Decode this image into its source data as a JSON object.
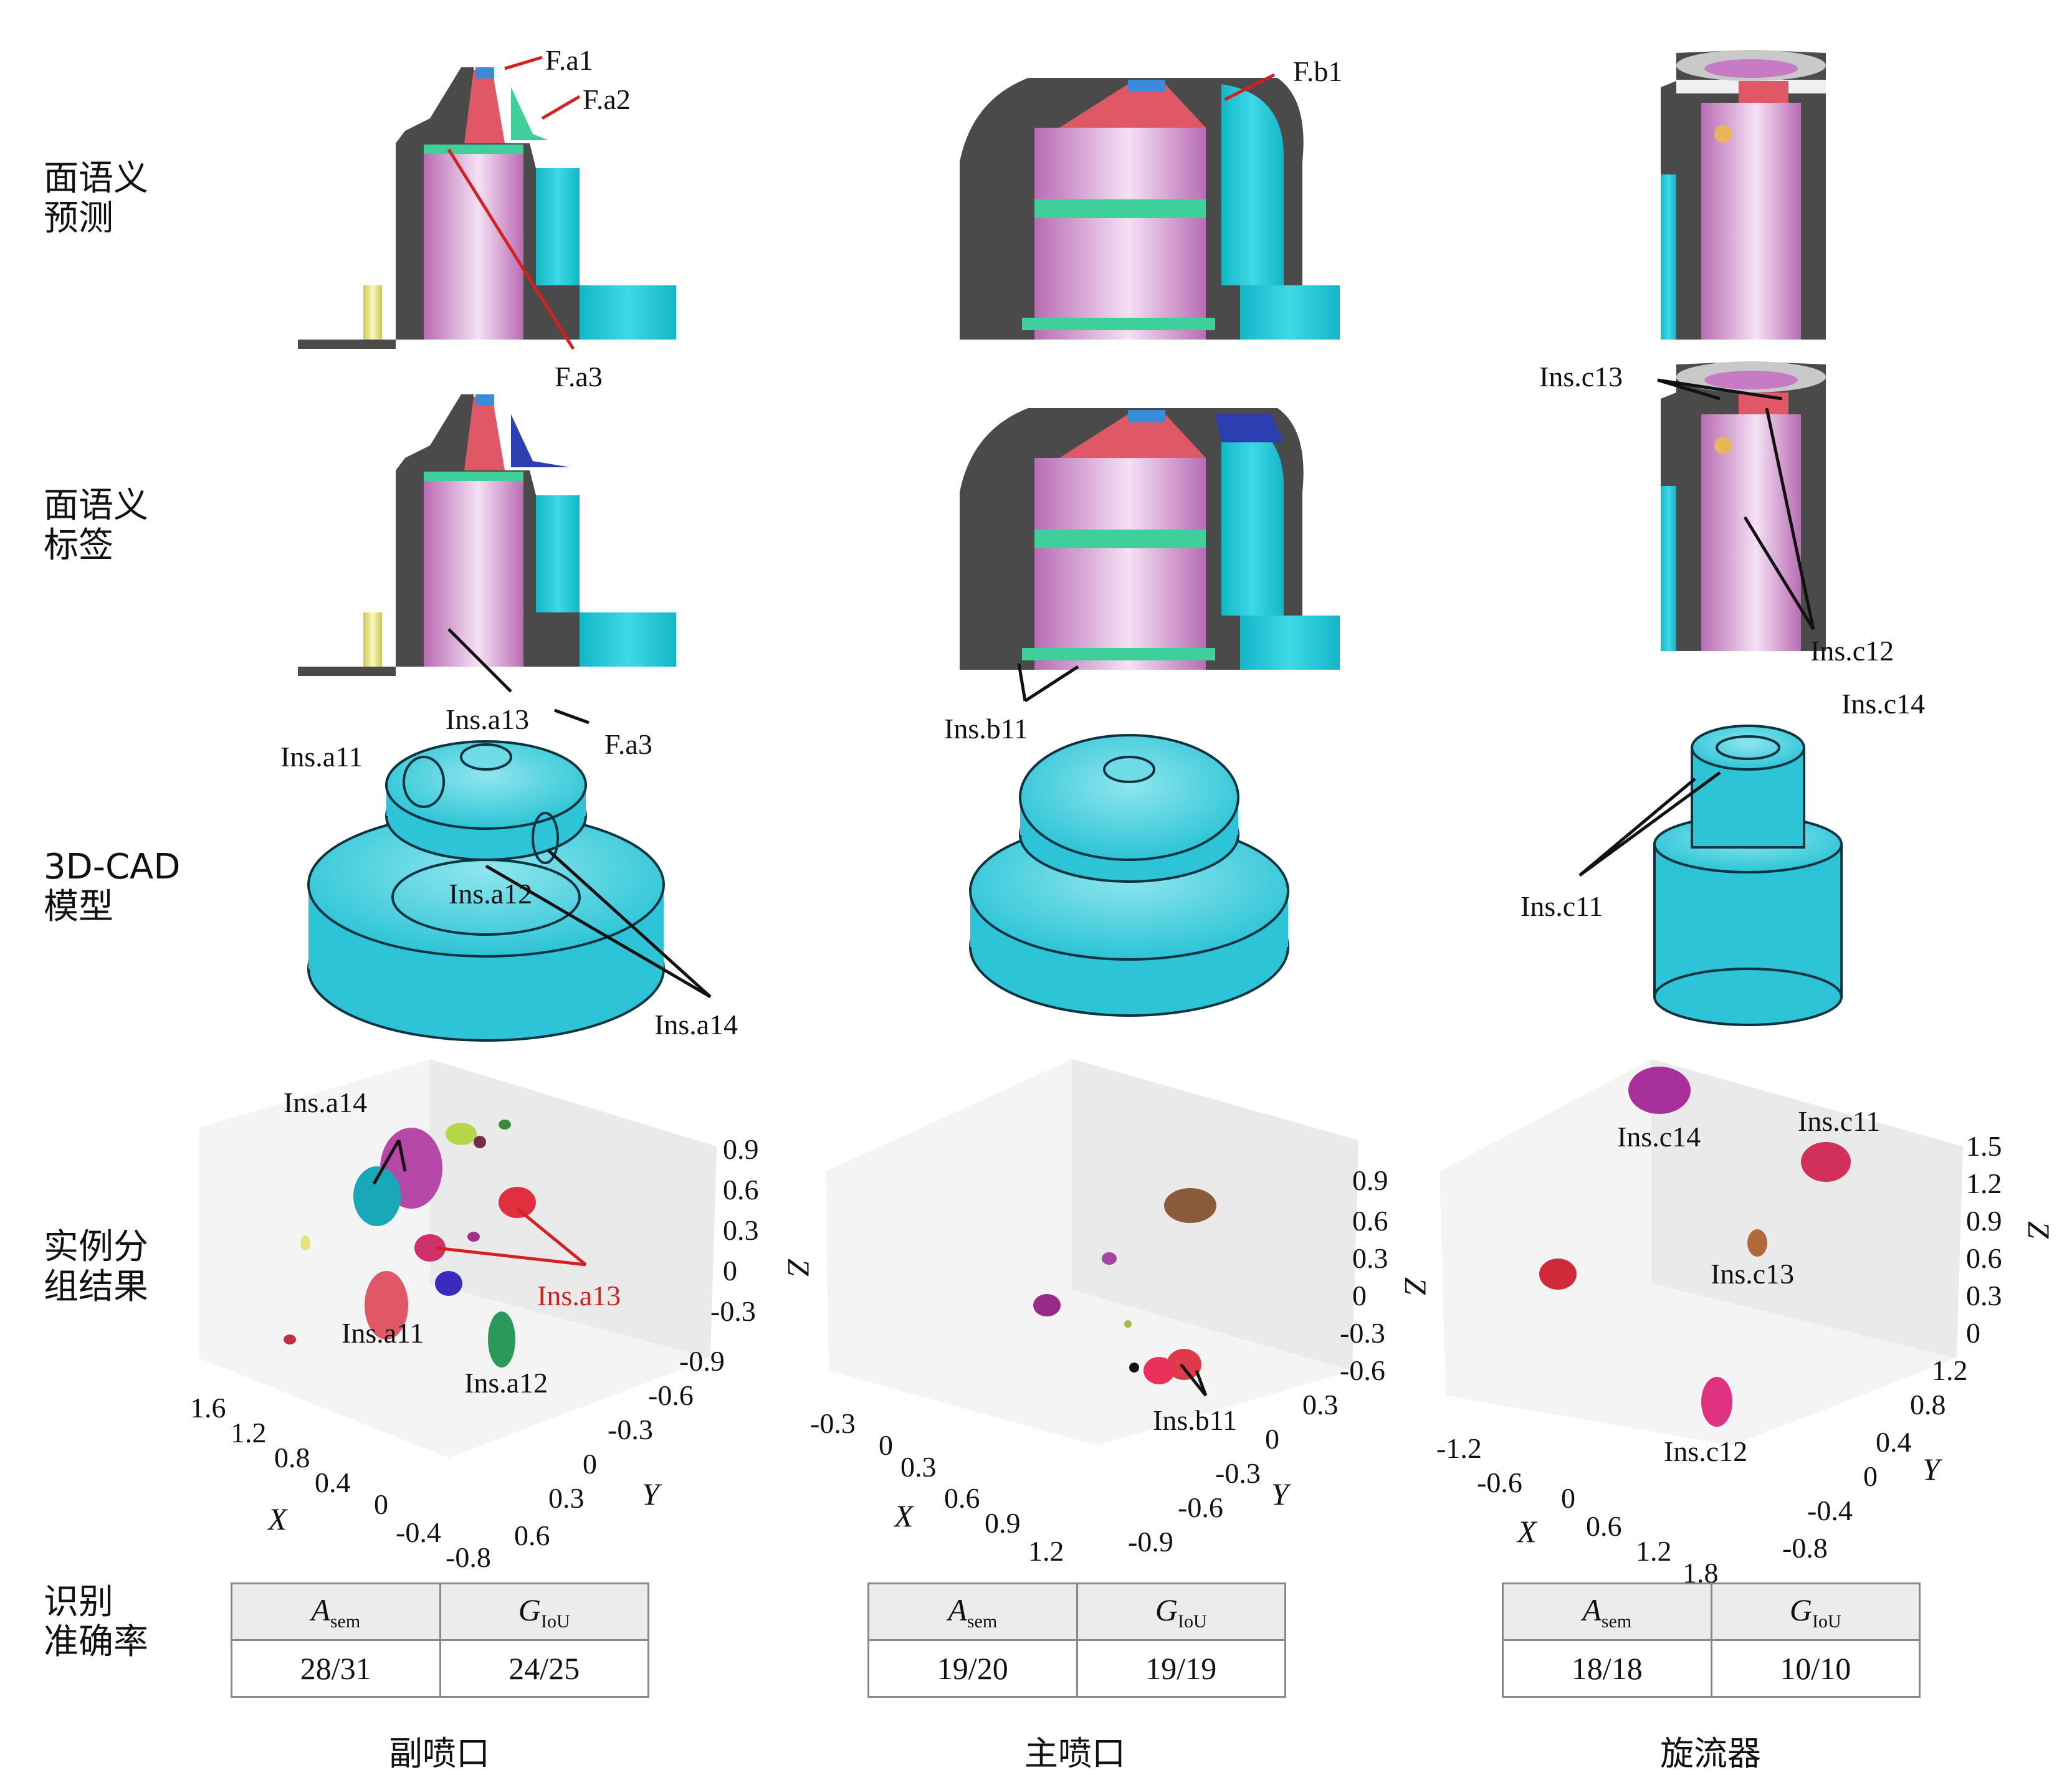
{
  "rows": {
    "r1": "面语义\n预测",
    "r2": "面语义\n标签",
    "r3": "3D-CAD\n模型",
    "r4": "实例分\n组结果",
    "r5": "识别\n准确率"
  },
  "columns": [
    "副喷口",
    "主喷口",
    "旋流器"
  ],
  "annotations": {
    "fa1": "F.a1",
    "fa2": "F.a2",
    "fa3": "F.a3",
    "fb1": "F.b1",
    "insc13": "Ins.c13",
    "insc12": "Ins.c12",
    "insb11": "Ins.b11",
    "insa13": "Ins.a13",
    "insa11": "Ins.a11",
    "fa3b": "F.a3",
    "insa12": "Ins.a12",
    "insa14": "Ins.a14",
    "insc14": "Ins.c14",
    "insc11": "Ins.c11",
    "p_insa14": "Ins.a14",
    "p_insa11": "Ins.a11",
    "p_insa12": "Ins.a12",
    "p_insa13": "Ins.a13",
    "p_insb11": "Ins.b11",
    "p_insc14": "Ins.c14",
    "p_insc11": "Ins.c11",
    "p_insc13": "Ins.c13",
    "p_insc12": "Ins.c12"
  },
  "plots": [
    {
      "z_ticks": [
        "0.9",
        "0.6",
        "0.3",
        "0",
        "-0.3"
      ],
      "y_ticks": [
        "-0.9",
        "-0.6",
        "-0.3",
        "0",
        "0.3",
        "0.6"
      ],
      "x_ticks": [
        "1.6",
        "1.2",
        "0.8",
        "0.4",
        "0",
        "-0.4",
        "-0.8"
      ],
      "xlabel": "X",
      "ylabel": "Y",
      "zlabel": "Z"
    },
    {
      "z_ticks": [
        "0.9",
        "0.6",
        "0.3",
        "0",
        "-0.3",
        "-0.6"
      ],
      "y_ticks": [
        "0.3",
        "0",
        "-0.3",
        "-0.6",
        "-0.9"
      ],
      "x_ticks": [
        "-0.3",
        "0",
        "0.3",
        "0.6",
        "0.9",
        "1.2"
      ],
      "xlabel": "X",
      "ylabel": "Y",
      "zlabel": "Z"
    },
    {
      "z_ticks": [
        "1.5",
        "1.2",
        "0.9",
        "0.6",
        "0.3",
        "0"
      ],
      "y_ticks": [
        "1.2",
        "0.8",
        "0.4",
        "0",
        "-0.4",
        "-0.8"
      ],
      "x_ticks": [
        "-1.2",
        "-0.6",
        "0",
        "0.6",
        "1.2",
        "1.8"
      ],
      "xlabel": "X",
      "ylabel": "Y",
      "zlabel": "Z"
    }
  ],
  "metrics": [
    {
      "h1": "A",
      "h1sub": "sem",
      "h2": "G",
      "h2sub": "IoU",
      "v1": "28/31",
      "v2": "24/25"
    },
    {
      "h1": "A",
      "h1sub": "sem",
      "h2": "G",
      "h2sub": "IoU",
      "v1": "19/20",
      "v2": "19/19"
    },
    {
      "h1": "A",
      "h1sub": "sem",
      "h2": "G",
      "h2sub": "IoU",
      "v1": "18/18",
      "v2": "10/10"
    }
  ],
  "colors": {
    "dark": "#4a4a4a",
    "pink": "#c77bc4",
    "cyan": "#19c3d4",
    "red": "#e05866",
    "green": "#3fcf9a",
    "blue": "#3a5cc8",
    "yellow": "#e8e27a"
  }
}
